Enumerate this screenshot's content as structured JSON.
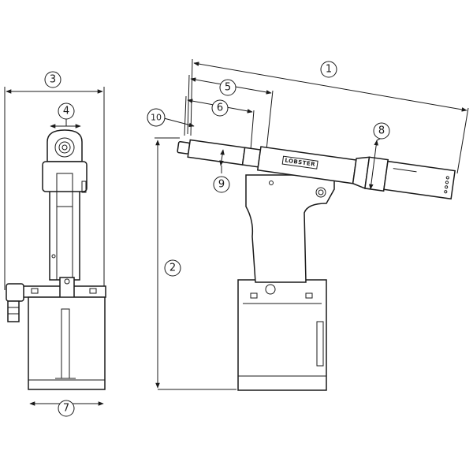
{
  "brand_text": "LOBSTER",
  "dimension_labels": [
    "1",
    "2",
    "3",
    "4",
    "5",
    "6",
    "7",
    "8",
    "9",
    "10"
  ]
}
